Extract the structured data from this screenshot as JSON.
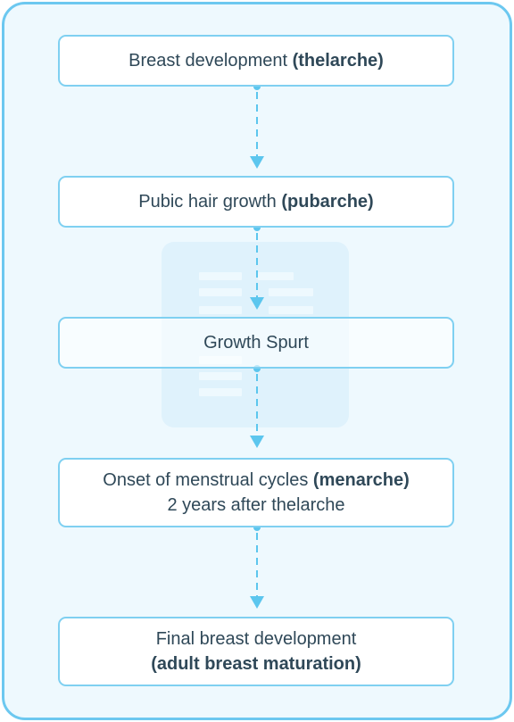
{
  "steps": [
    {
      "text": "Breast development ",
      "bold": "(thelarche)",
      "line2": "",
      "line2_bold": ""
    },
    {
      "text": "Pubic hair growth ",
      "bold": "(pubarche)",
      "line2": "",
      "line2_bold": ""
    },
    {
      "text": "Growth Spurt",
      "bold": "",
      "line2": "",
      "line2_bold": ""
    },
    {
      "text": "Onset of menstrual cycles ",
      "bold": "(menarche)",
      "line2": "2 years after thelarche",
      "line2_bold": ""
    },
    {
      "text": "Final breast development",
      "bold": "",
      "line2": "",
      "line2_bold": "(adult breast maturation)"
    }
  ],
  "colors": {
    "frame_border": "#6cc8f0",
    "frame_fill": "#eef9fe",
    "box_border": "#7fd0f1",
    "connector": "#5cc6ee",
    "text": "#2f4858"
  }
}
